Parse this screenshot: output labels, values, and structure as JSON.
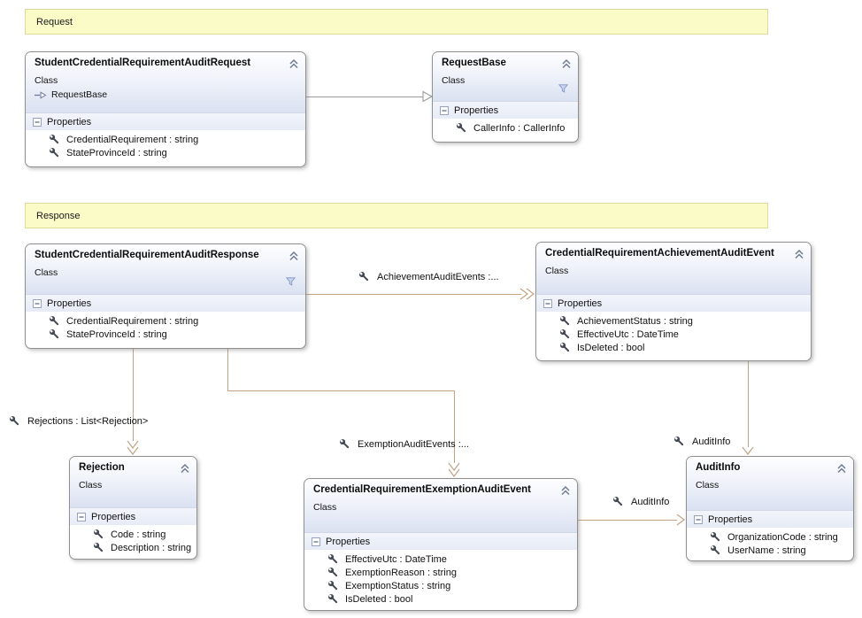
{
  "labels": {
    "kind": "Class",
    "properties": "Properties"
  },
  "bands": {
    "request": "Request",
    "response": "Response"
  },
  "classes": [
    {
      "id": "student-credential-requirement-audit-request",
      "title": "StudentCredentialRequirementAuditRequest",
      "kind": "Class",
      "inherits": "RequestBase",
      "properties": [
        "CredentialRequirement : string",
        "StateProvinceId : string"
      ]
    },
    {
      "id": "request-base",
      "title": "RequestBase",
      "kind": "Class",
      "properties": [
        "CallerInfo : CallerInfo"
      ]
    },
    {
      "id": "student-credential-requirement-audit-response",
      "title": "StudentCredentialRequirementAuditResponse",
      "kind": "Class",
      "properties": [
        "CredentialRequirement : string",
        "StateProvinceId : string"
      ]
    },
    {
      "id": "credential-requirement-achievement-audit-event",
      "title": "CredentialRequirementAchievementAuditEvent",
      "kind": "Class",
      "properties": [
        "AchievementStatus : string",
        "EffectiveUtc : DateTime",
        "IsDeleted : bool"
      ]
    },
    {
      "id": "rejection",
      "title": "Rejection",
      "kind": "Class",
      "properties": [
        "Code : string",
        "Description : string"
      ]
    },
    {
      "id": "credential-requirement-exemption-audit-event",
      "title": "CredentialRequirementExemptionAuditEvent",
      "kind": "Class",
      "properties": [
        "EffectiveUtc : DateTime",
        "ExemptionReason : string",
        "ExemptionStatus : string",
        "IsDeleted : bool"
      ]
    },
    {
      "id": "audit-info",
      "title": "AuditInfo",
      "kind": "Class",
      "properties": [
        "OrganizationCode : string",
        "UserName : string"
      ]
    }
  ],
  "associations": {
    "achievement_audit_events": "AchievementAuditEvents :...",
    "rejections": "Rejections : List<Rejection>",
    "exemption_audit_events": "ExemptionAuditEvents :...",
    "audit_info_top": "AuditInfo",
    "audit_info_left": "AuditInfo"
  },
  "icons": {
    "collapse": "double-chevron-up",
    "filter": "funnel",
    "property": "wrench",
    "inheritance": "hollow-arrow"
  },
  "colors": {
    "association_line": "#c2a284",
    "inheritance_line": "#9b9b9b",
    "comment_fill": "#fbfbc8",
    "comment_border": "#dedc9a",
    "header_gradient_end": "#dae1f1"
  }
}
